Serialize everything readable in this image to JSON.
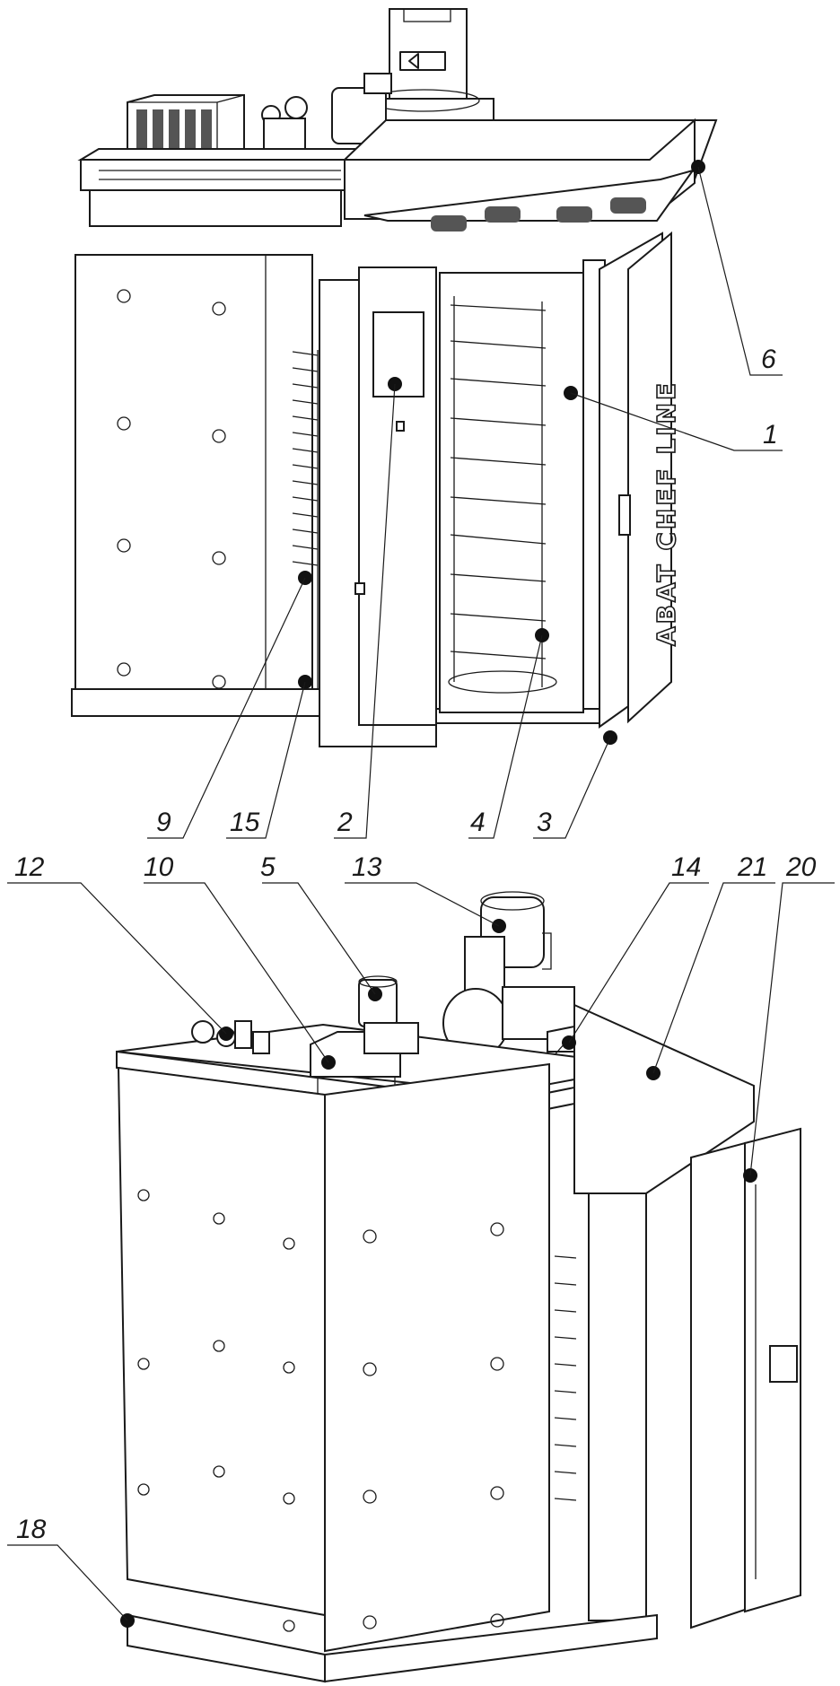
{
  "brand_text": "ABAT CHEF LINE",
  "callouts": [
    {
      "id": "c6",
      "label": "6"
    },
    {
      "id": "c1",
      "label": "1"
    },
    {
      "id": "c9",
      "label": "9"
    },
    {
      "id": "c15",
      "label": "15"
    },
    {
      "id": "c2",
      "label": "2"
    },
    {
      "id": "c4",
      "label": "4"
    },
    {
      "id": "c3",
      "label": "3"
    },
    {
      "id": "c12",
      "label": "12"
    },
    {
      "id": "c10",
      "label": "10"
    },
    {
      "id": "c5",
      "label": "5"
    },
    {
      "id": "c13",
      "label": "13"
    },
    {
      "id": "c14",
      "label": "14"
    },
    {
      "id": "c21",
      "label": "21"
    },
    {
      "id": "c20",
      "label": "20"
    },
    {
      "id": "c18",
      "label": "18"
    }
  ]
}
